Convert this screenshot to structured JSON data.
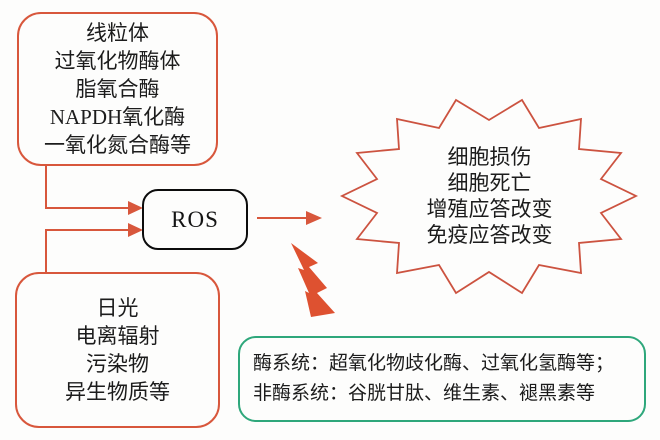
{
  "diagram": {
    "title_hint": "ROS sources and effects diagram",
    "endogenous_box": {
      "lines": [
        "线粒体",
        "过氧化物酶体",
        "脂氧合酶",
        "NAPDH氧化酶",
        "一氧化氮合酶等"
      ]
    },
    "exogenous_box": {
      "lines": [
        "日光",
        "电离辐射",
        "污染物",
        "异生物质等"
      ]
    },
    "ros_node": {
      "label": "ROS"
    },
    "effects_burst": {
      "lines": [
        "细胞损伤",
        "细胞死亡",
        "增殖应答改变",
        "免疫应答改变"
      ]
    },
    "antioxidant_box": {
      "lines": [
        "酶系统：超氧化物歧化酶、过氧化氢酶等；",
        "非酶系统：谷胱甘肽、维生素、褪黑素等"
      ]
    },
    "icons": {
      "arrow_icons": "right-arrowheads on red connectors",
      "lightning_icon": "red lightning bolt pointing at ROS-to-effects arrow"
    },
    "colors": {
      "connector_red": "#d8573c",
      "burst_outline_red": "#cc5340",
      "lightning_red": "#de5130",
      "antioxidant_green": "#2ea77b",
      "node_border_black": "#0c0c0c",
      "text": "#1c1c1c"
    }
  }
}
